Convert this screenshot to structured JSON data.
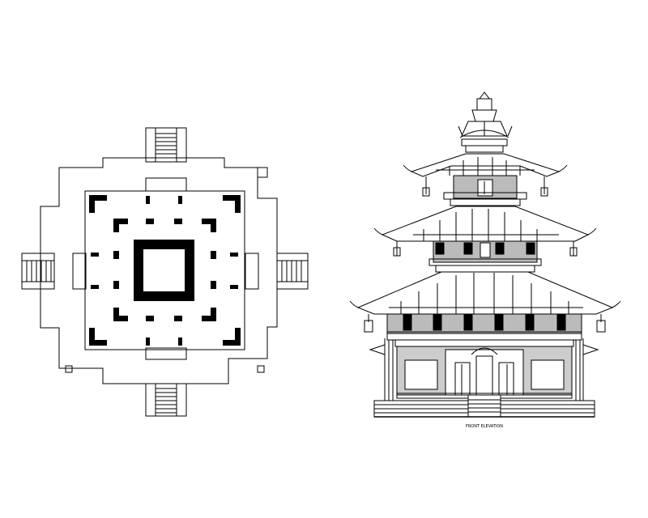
{
  "drawing": {
    "colors": {
      "line": "#000000",
      "fill": "#000000",
      "background": "#ffffff"
    },
    "left_view": {
      "kind": "plan"
    },
    "right_view": {
      "kind": "elevation",
      "caption": "FRONT ELEVATION"
    }
  }
}
